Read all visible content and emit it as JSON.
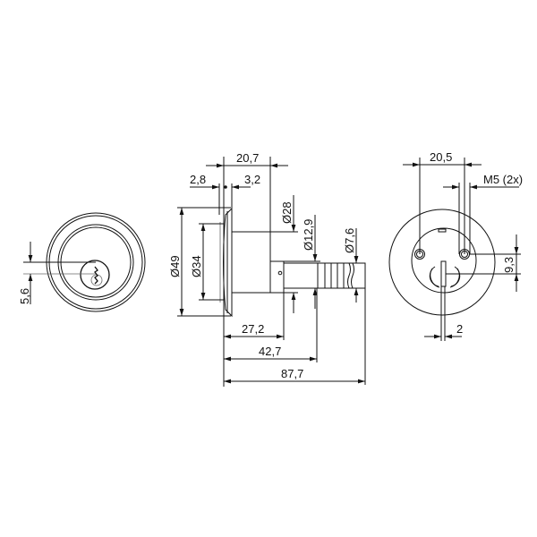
{
  "drawing": {
    "front_view": {
      "dim_key_offset": "5,6"
    },
    "side_view": {
      "dim_length_flange_body": "20,7",
      "dim_flange_front": "2,8",
      "dim_flange_back": "3,2",
      "dim_dia_flange": "Ø49",
      "dim_dia_inner": "Ø34",
      "dim_dia_body": "Ø28",
      "dim_dia_collar": "Ø12,9",
      "dim_dia_tail": "Ø7,6",
      "dim_len_collar": "27,2",
      "dim_len_groove": "42,7",
      "dim_len_total": "87,7"
    },
    "rear_view": {
      "dim_hole_spacing": "20,5",
      "dim_thread": "M5 (2x)",
      "dim_hole_height": "9,3",
      "dim_slot_width": "2"
    }
  }
}
